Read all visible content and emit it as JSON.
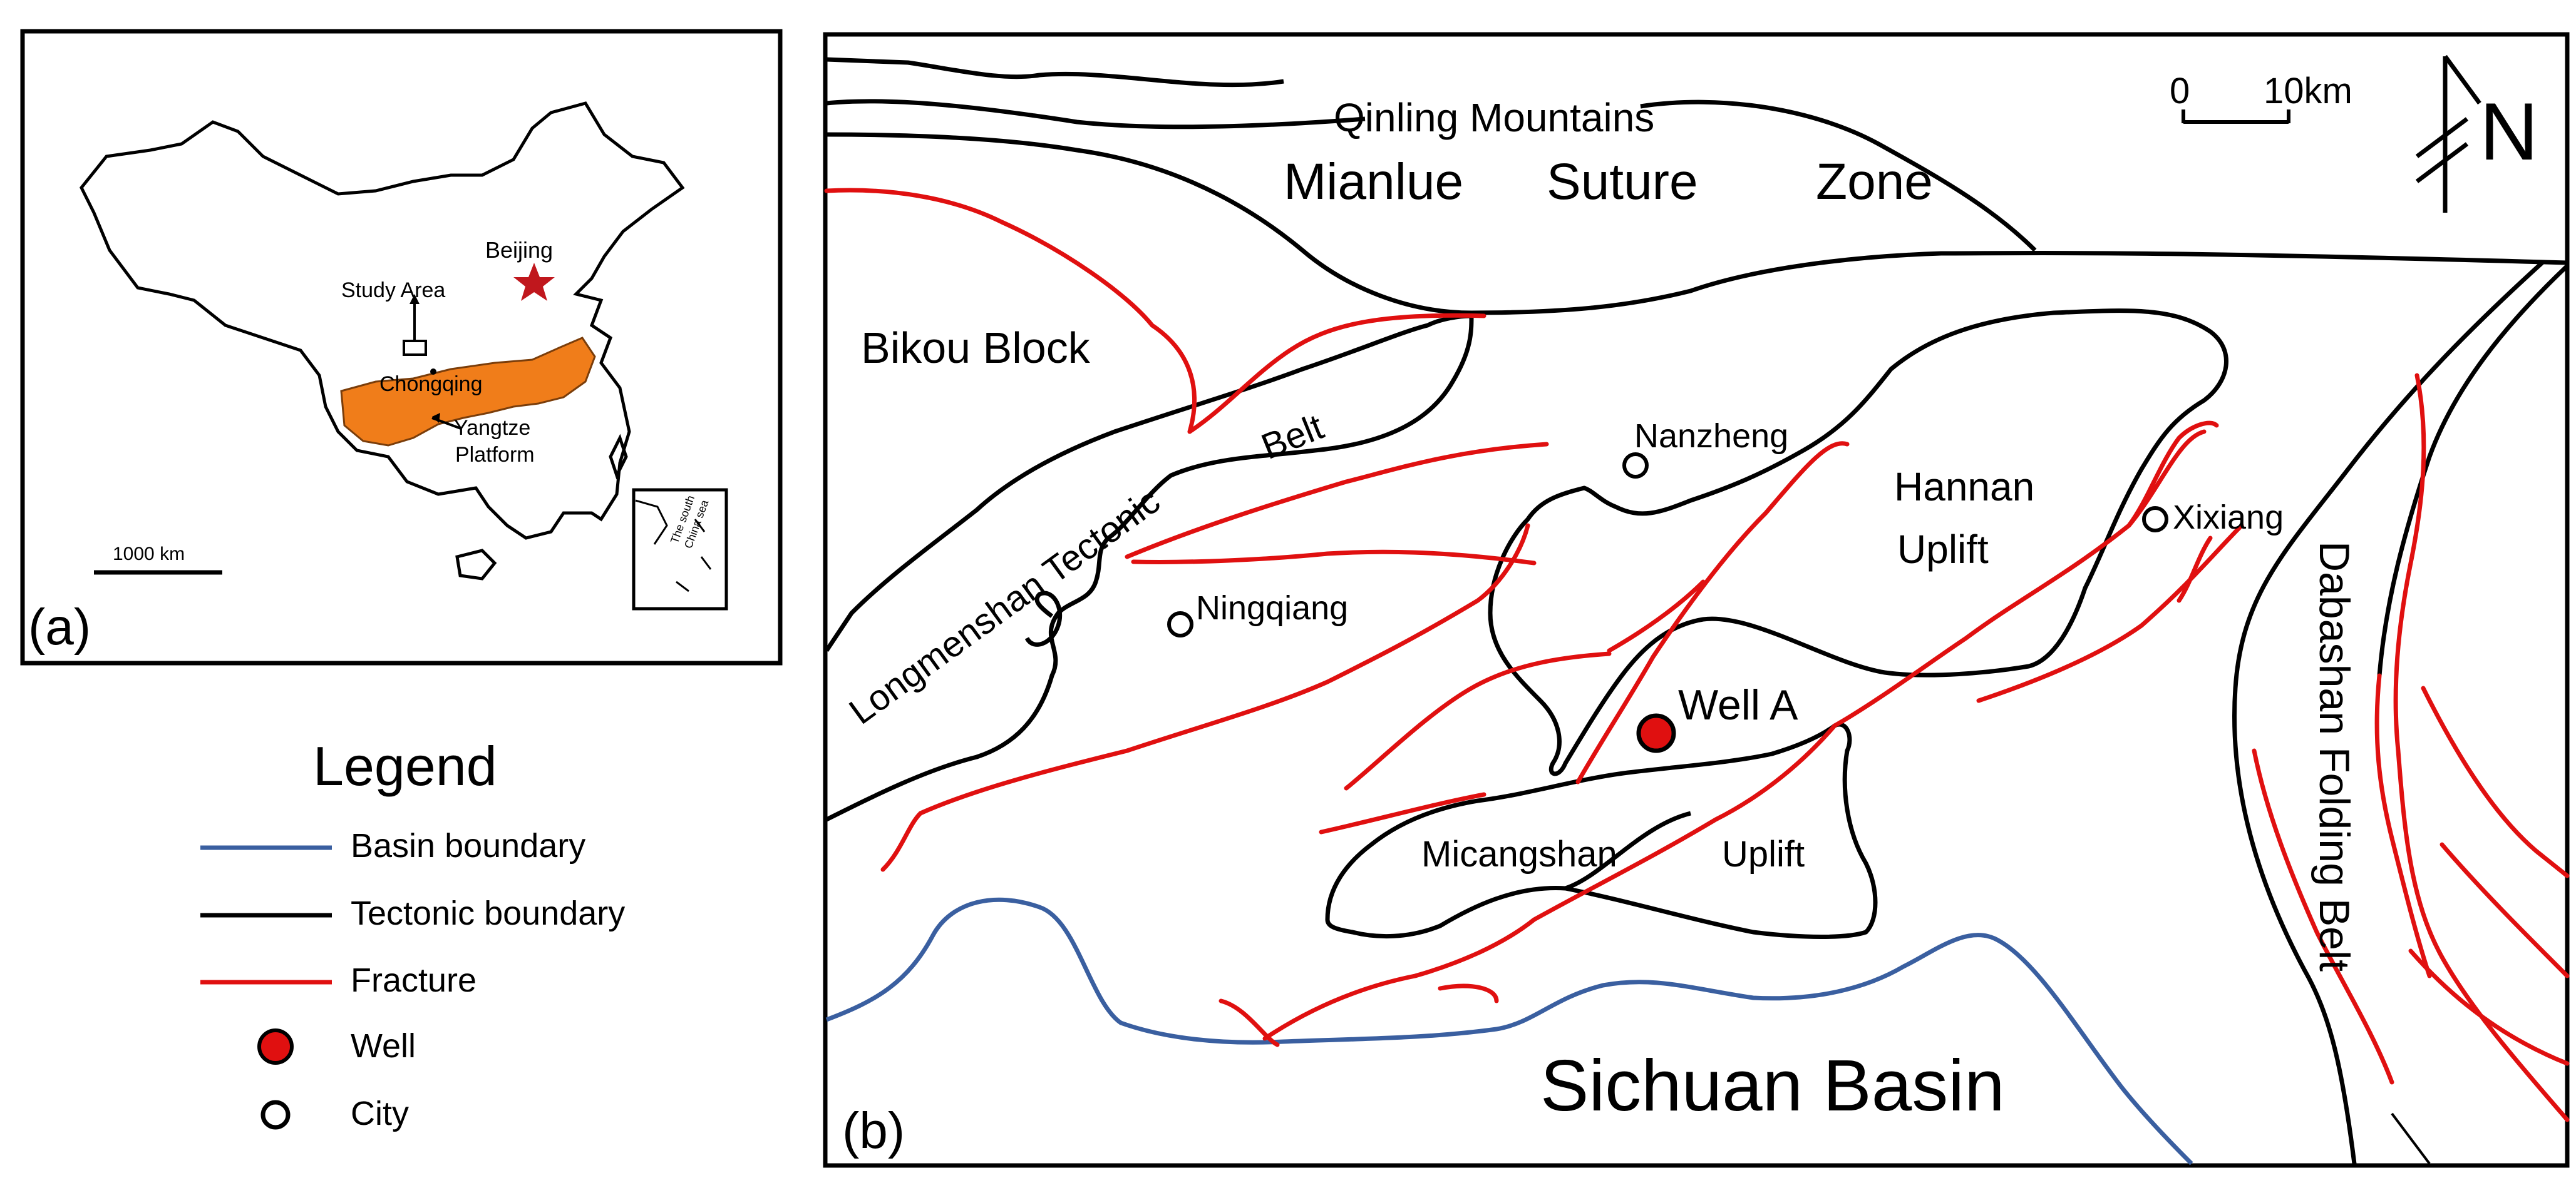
{
  "panel_a": {
    "label": "(a)",
    "beijing": "Beijing",
    "study_area": "Study Area",
    "chongqing": "Chongqing",
    "yangtze": "Yangtze",
    "platform": "Platform",
    "scale": "1000 km",
    "inset_line1": "The south",
    "inset_line2": "China sea"
  },
  "legend": {
    "title": "Legend",
    "items": [
      {
        "label": "Basin boundary",
        "color": "#3a5fa0"
      },
      {
        "label": "Tectonic boundary",
        "color": "#000000"
      },
      {
        "label": "Fracture",
        "color": "#e01010"
      },
      {
        "label": "Well",
        "color": "#e01010"
      },
      {
        "label": "City",
        "color": "#000000"
      }
    ]
  },
  "panel_b": {
    "label": "(b)",
    "scale_zero": "0",
    "scale_km": "10km",
    "north": "N",
    "qinling": "Qinling Mountains",
    "mianlue": "Mianlue",
    "suture": "Suture",
    "zone": "Zone",
    "bikou": "Bikou Block",
    "longmenshan": "Longmenshan Tectonic",
    "belt": "Belt",
    "nanzheng": "Nanzheng",
    "hannan": "Hannan",
    "uplift": "Uplift",
    "xixiang": "Xixiang",
    "ningqiang": "Ningqiang",
    "well_a": "Well A",
    "micangshan": "Micangshan",
    "micangshan_uplift": "Uplift",
    "dabashan": "Dabashan Folding Belt",
    "sichuan": "Sichuan Basin"
  },
  "colors": {
    "china_fill": "#f07d1a",
    "basin_boundary": "#3a5fa0",
    "fracture": "#e01010",
    "tectonic": "#000000",
    "well": "#e01010",
    "star": "#c0171d"
  }
}
